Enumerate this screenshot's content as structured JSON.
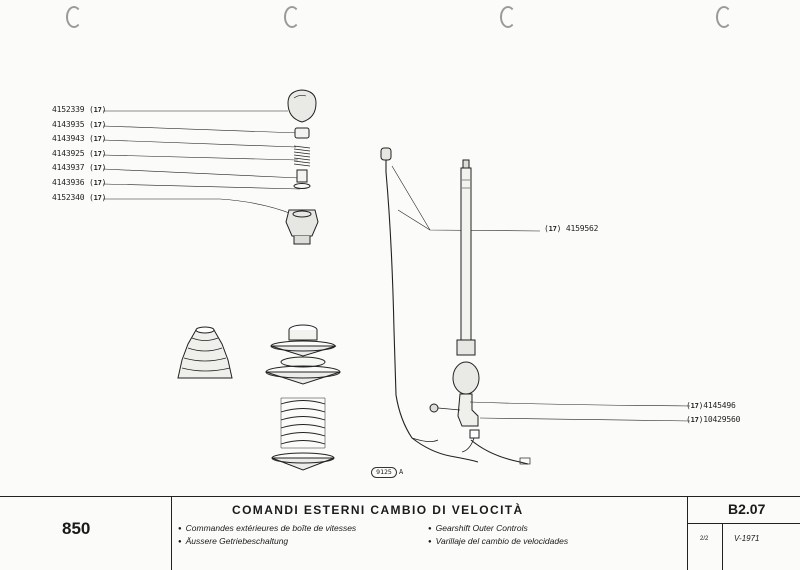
{
  "left_parts": [
    {
      "number": "4152339",
      "qty": "17"
    },
    {
      "number": "4143935",
      "qty": "17"
    },
    {
      "number": "4143943",
      "qty": "17"
    },
    {
      "number": "4143925",
      "qty": "17"
    },
    {
      "number": "4143937",
      "qty": "17"
    },
    {
      "number": "4143936",
      "qty": "17"
    },
    {
      "number": "4152340",
      "qty": "17"
    }
  ],
  "right_parts": [
    {
      "number": "4159562",
      "qty": "17"
    },
    {
      "number": "4145496",
      "qty": "17"
    },
    {
      "number": "10429560",
      "qty": "17"
    }
  ],
  "figure": {
    "code": "9125",
    "suffix": "A"
  },
  "title_block": {
    "model": "850",
    "title": "COMANDI ESTERNI CAMBIO DI VELOCITÀ",
    "languages_left": [
      "Commandes extérieures de boîte de vitesses",
      "Äussere Getriebeschaltung"
    ],
    "languages_right": [
      "Gearshift Outer Controls",
      "Varillaje del cambio de velocidades"
    ],
    "page_code": "B2.07",
    "sheet": "2/2",
    "version": "V-1971"
  }
}
